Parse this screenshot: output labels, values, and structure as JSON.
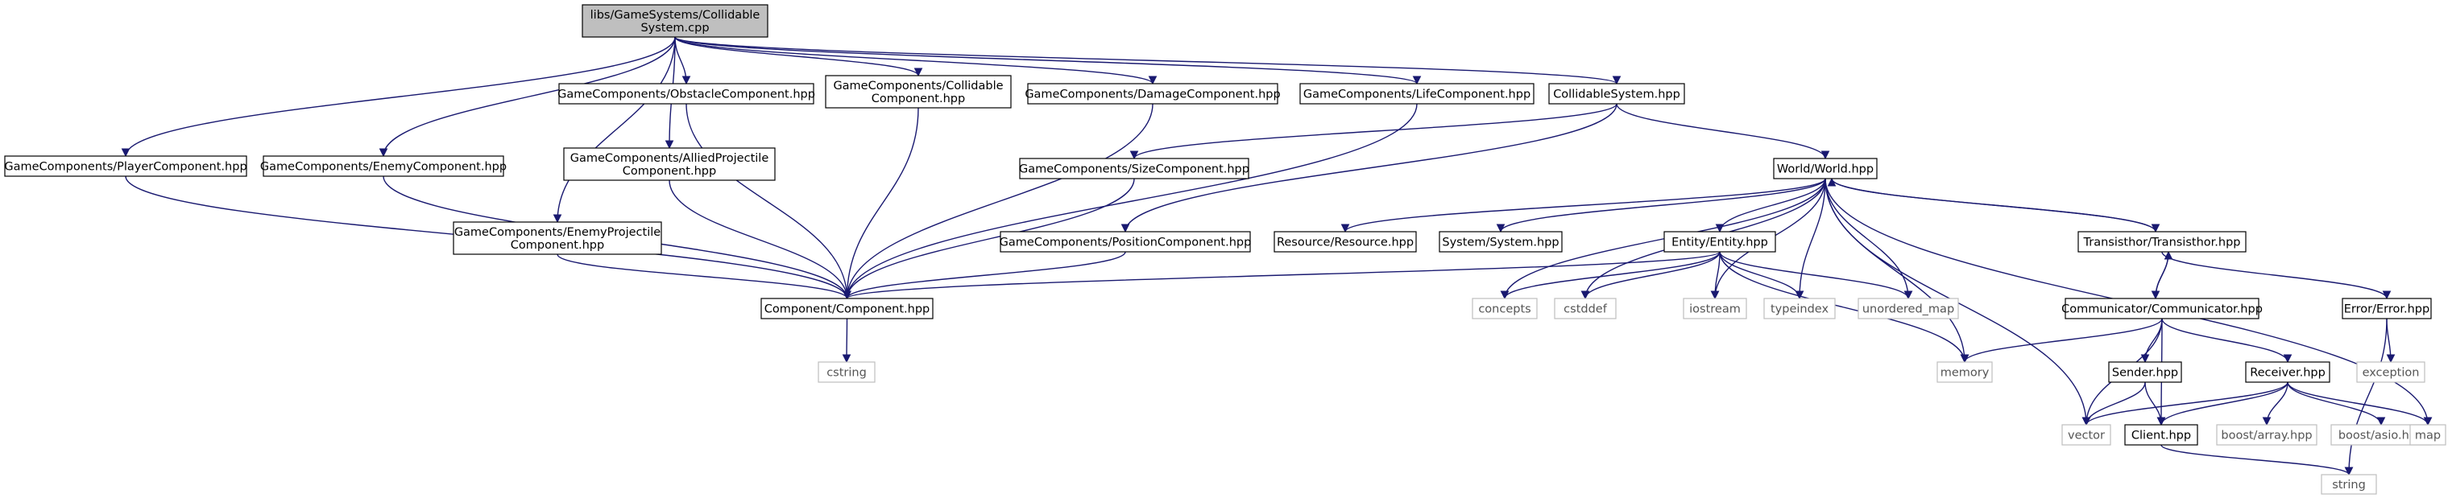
{
  "diagram": {
    "nodes": [
      {
        "id": "root",
        "lines": [
          "libs/GameSystems/Collidable",
          "System.cpp"
        ],
        "kind": "root"
      },
      {
        "id": "player",
        "lines": [
          "GameComponents/PlayerComponent.hpp"
        ],
        "kind": "local"
      },
      {
        "id": "enemy",
        "lines": [
          "GameComponents/EnemyComponent.hpp"
        ],
        "kind": "local"
      },
      {
        "id": "obstacle",
        "lines": [
          "GameComponents/ObstacleComponent.hpp"
        ],
        "kind": "local"
      },
      {
        "id": "allied",
        "lines": [
          "GameComponents/AlliedProjectile",
          "Component.hpp"
        ],
        "kind": "local"
      },
      {
        "id": "enemyproj",
        "lines": [
          "GameComponents/EnemyProjectile",
          "Component.hpp"
        ],
        "kind": "local"
      },
      {
        "id": "collidablecomp",
        "lines": [
          "GameComponents/Collidable",
          "Component.hpp"
        ],
        "kind": "local"
      },
      {
        "id": "damage",
        "lines": [
          "GameComponents/DamageComponent.hpp"
        ],
        "kind": "local"
      },
      {
        "id": "life",
        "lines": [
          "GameComponents/LifeComponent.hpp"
        ],
        "kind": "local"
      },
      {
        "id": "collsys",
        "lines": [
          "CollidableSystem.hpp"
        ],
        "kind": "local"
      },
      {
        "id": "size",
        "lines": [
          "GameComponents/SizeComponent.hpp"
        ],
        "kind": "local"
      },
      {
        "id": "position",
        "lines": [
          "GameComponents/PositionComponent.hpp"
        ],
        "kind": "local"
      },
      {
        "id": "component",
        "lines": [
          "Component/Component.hpp"
        ],
        "kind": "local"
      },
      {
        "id": "cstring",
        "lines": [
          "cstring"
        ],
        "kind": "system"
      },
      {
        "id": "world",
        "lines": [
          "World/World.hpp"
        ],
        "kind": "local"
      },
      {
        "id": "resource",
        "lines": [
          "Resource/Resource.hpp"
        ],
        "kind": "local"
      },
      {
        "id": "system",
        "lines": [
          "System/System.hpp"
        ],
        "kind": "local"
      },
      {
        "id": "entity",
        "lines": [
          "Entity/Entity.hpp"
        ],
        "kind": "local"
      },
      {
        "id": "concepts",
        "lines": [
          "concepts"
        ],
        "kind": "system"
      },
      {
        "id": "cstddef",
        "lines": [
          "cstddef"
        ],
        "kind": "system"
      },
      {
        "id": "iostream",
        "lines": [
          "iostream"
        ],
        "kind": "system"
      },
      {
        "id": "typeindex",
        "lines": [
          "typeindex"
        ],
        "kind": "system"
      },
      {
        "id": "unordered_map",
        "lines": [
          "unordered_map"
        ],
        "kind": "system"
      },
      {
        "id": "transisthor",
        "lines": [
          "Transisthor/Transisthor.hpp"
        ],
        "kind": "local"
      },
      {
        "id": "communicator",
        "lines": [
          "Communicator/Communicator.hpp"
        ],
        "kind": "local"
      },
      {
        "id": "error",
        "lines": [
          "Error/Error.hpp"
        ],
        "kind": "local"
      },
      {
        "id": "exception",
        "lines": [
          "exception"
        ],
        "kind": "system"
      },
      {
        "id": "memory",
        "lines": [
          "memory"
        ],
        "kind": "system"
      },
      {
        "id": "sender",
        "lines": [
          "Sender.hpp"
        ],
        "kind": "local"
      },
      {
        "id": "receiver",
        "lines": [
          "Receiver.hpp"
        ],
        "kind": "local"
      },
      {
        "id": "vector",
        "lines": [
          "vector"
        ],
        "kind": "system"
      },
      {
        "id": "client",
        "lines": [
          "Client.hpp"
        ],
        "kind": "local"
      },
      {
        "id": "boostarray",
        "lines": [
          "boost/array.hpp"
        ],
        "kind": "system"
      },
      {
        "id": "boostasio",
        "lines": [
          "boost/asio.hpp"
        ],
        "kind": "system"
      },
      {
        "id": "map",
        "lines": [
          "map"
        ],
        "kind": "system"
      },
      {
        "id": "string",
        "lines": [
          "string"
        ],
        "kind": "system"
      }
    ],
    "edges": [
      [
        "root",
        "player"
      ],
      [
        "root",
        "enemy"
      ],
      [
        "root",
        "obstacle"
      ],
      [
        "root",
        "allied"
      ],
      [
        "root",
        "enemyproj"
      ],
      [
        "root",
        "collidablecomp"
      ],
      [
        "root",
        "damage"
      ],
      [
        "root",
        "life"
      ],
      [
        "root",
        "collsys"
      ],
      [
        "player",
        "component"
      ],
      [
        "enemy",
        "component"
      ],
      [
        "obstacle",
        "component"
      ],
      [
        "allied",
        "component"
      ],
      [
        "enemyproj",
        "component"
      ],
      [
        "collidablecomp",
        "component"
      ],
      [
        "damage",
        "component"
      ],
      [
        "life",
        "component"
      ],
      [
        "collsys",
        "size"
      ],
      [
        "collsys",
        "position"
      ],
      [
        "collsys",
        "world"
      ],
      [
        "size",
        "component"
      ],
      [
        "position",
        "component"
      ],
      [
        "component",
        "cstring"
      ],
      [
        "world",
        "resource"
      ],
      [
        "world",
        "system"
      ],
      [
        "world",
        "entity"
      ],
      [
        "world",
        "concepts"
      ],
      [
        "world",
        "cstddef"
      ],
      [
        "world",
        "iostream"
      ],
      [
        "world",
        "typeindex"
      ],
      [
        "world",
        "unordered_map"
      ],
      [
        "world",
        "transisthor"
      ],
      [
        "world",
        "memory"
      ],
      [
        "world",
        "vector"
      ],
      [
        "world",
        "map"
      ],
      [
        "entity",
        "component"
      ],
      [
        "entity",
        "concepts"
      ],
      [
        "entity",
        "cstddef"
      ],
      [
        "entity",
        "iostream"
      ],
      [
        "entity",
        "typeindex"
      ],
      [
        "entity",
        "unordered_map"
      ],
      [
        "entity",
        "memory"
      ],
      [
        "transisthor",
        "world"
      ],
      [
        "transisthor",
        "communicator"
      ],
      [
        "transisthor",
        "error"
      ],
      [
        "communicator",
        "transisthor"
      ],
      [
        "communicator",
        "memory"
      ],
      [
        "communicator",
        "sender"
      ],
      [
        "communicator",
        "receiver"
      ],
      [
        "communicator",
        "vector"
      ],
      [
        "communicator",
        "client"
      ],
      [
        "error",
        "exception"
      ],
      [
        "error",
        "string"
      ],
      [
        "sender",
        "vector"
      ],
      [
        "sender",
        "client"
      ],
      [
        "receiver",
        "vector"
      ],
      [
        "receiver",
        "client"
      ],
      [
        "receiver",
        "boostarray"
      ],
      [
        "receiver",
        "boostasio"
      ],
      [
        "receiver",
        "map"
      ],
      [
        "client",
        "string"
      ]
    ]
  }
}
